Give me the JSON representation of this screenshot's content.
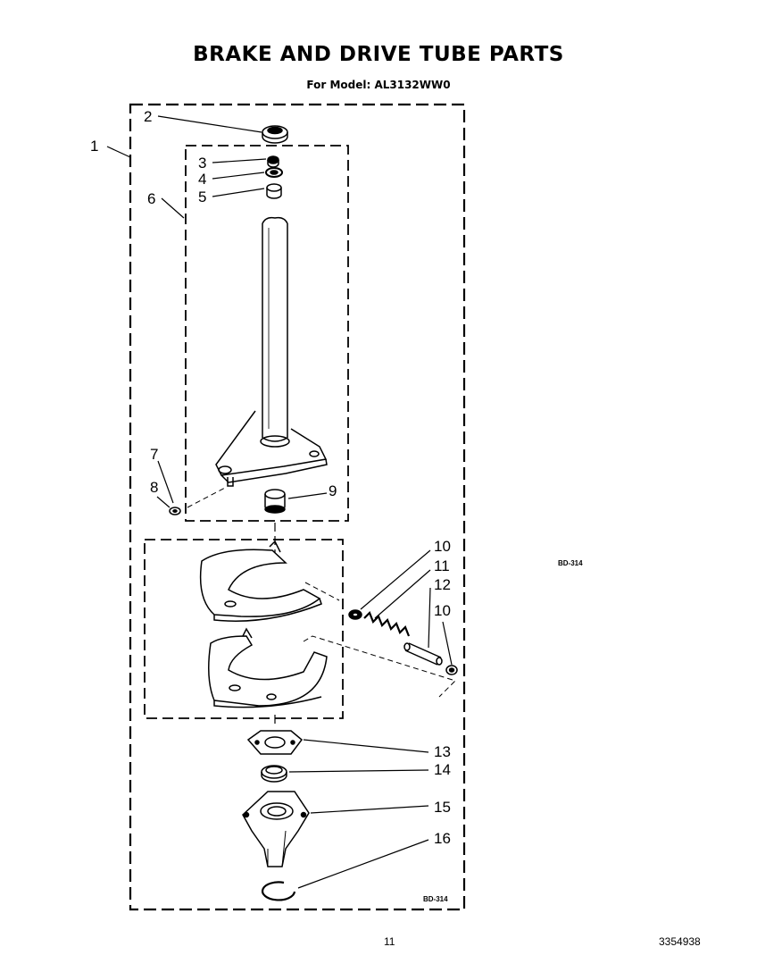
{
  "header": {
    "title": "BRAKE AND DRIVE TUBE PARTS",
    "model": "For Model: AL3132WW0"
  },
  "codes": {
    "inner": "BD-314",
    "side": "BD-314"
  },
  "footer": {
    "page": "11",
    "doc_number": "3354938"
  },
  "callouts": [
    "1",
    "2",
    "3",
    "4",
    "5",
    "6",
    "7",
    "8",
    "9",
    "10",
    "11",
    "12",
    "10",
    "13",
    "14",
    "15",
    "16"
  ]
}
